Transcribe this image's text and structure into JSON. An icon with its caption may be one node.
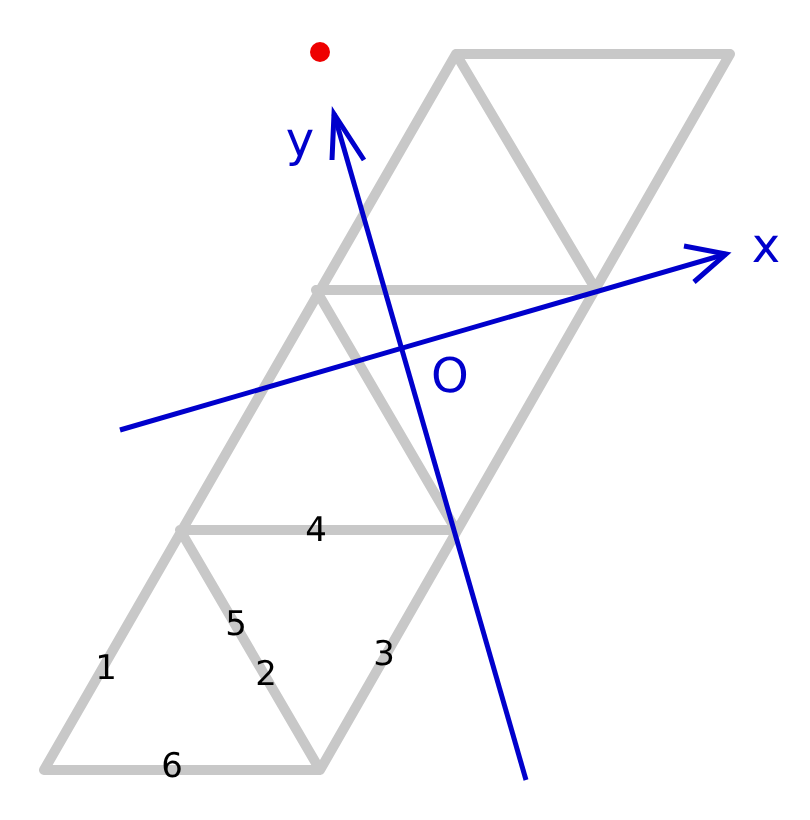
{
  "diagram": {
    "labels": [
      "y",
      "x",
      "O",
      "4",
      "5",
      "3",
      "1",
      "2",
      "6"
    ]
  }
}
